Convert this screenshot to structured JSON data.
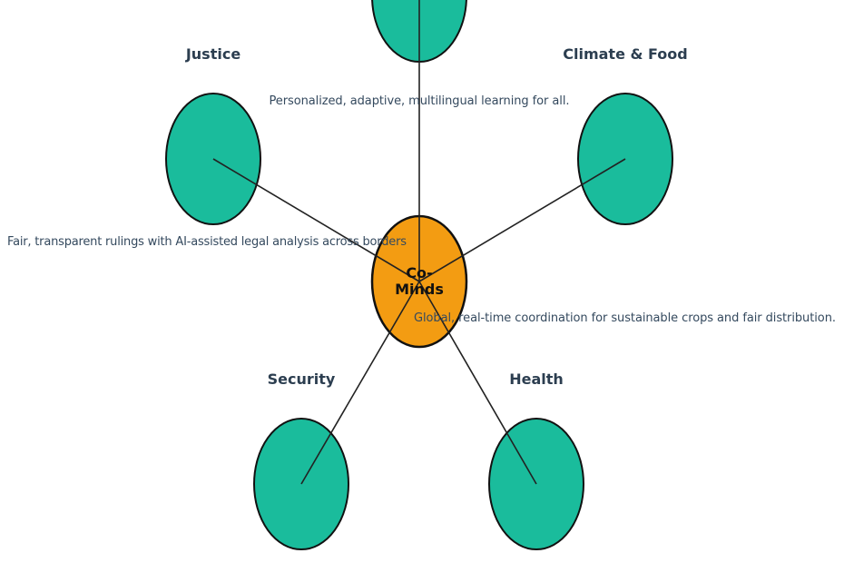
{
  "center": {
    "label_line1": "Co-",
    "label_line2": "Minds",
    "color": "#f39c12"
  },
  "node_color": "#1abc9c",
  "nodes": [
    {
      "id": "education",
      "title": "",
      "desc": "Personalized, adaptive, multilingual learning for all."
    },
    {
      "id": "justice",
      "title": "Justice",
      "desc": "Fair, transparent rulings with AI-assisted legal analysis across borders"
    },
    {
      "id": "climate",
      "title": "Climate & Food",
      "desc": "Global, real-time coordination for sustainable crops and fair distribution."
    },
    {
      "id": "security",
      "title": "Security",
      "desc": ""
    },
    {
      "id": "health",
      "title": "Health",
      "desc": ""
    }
  ]
}
